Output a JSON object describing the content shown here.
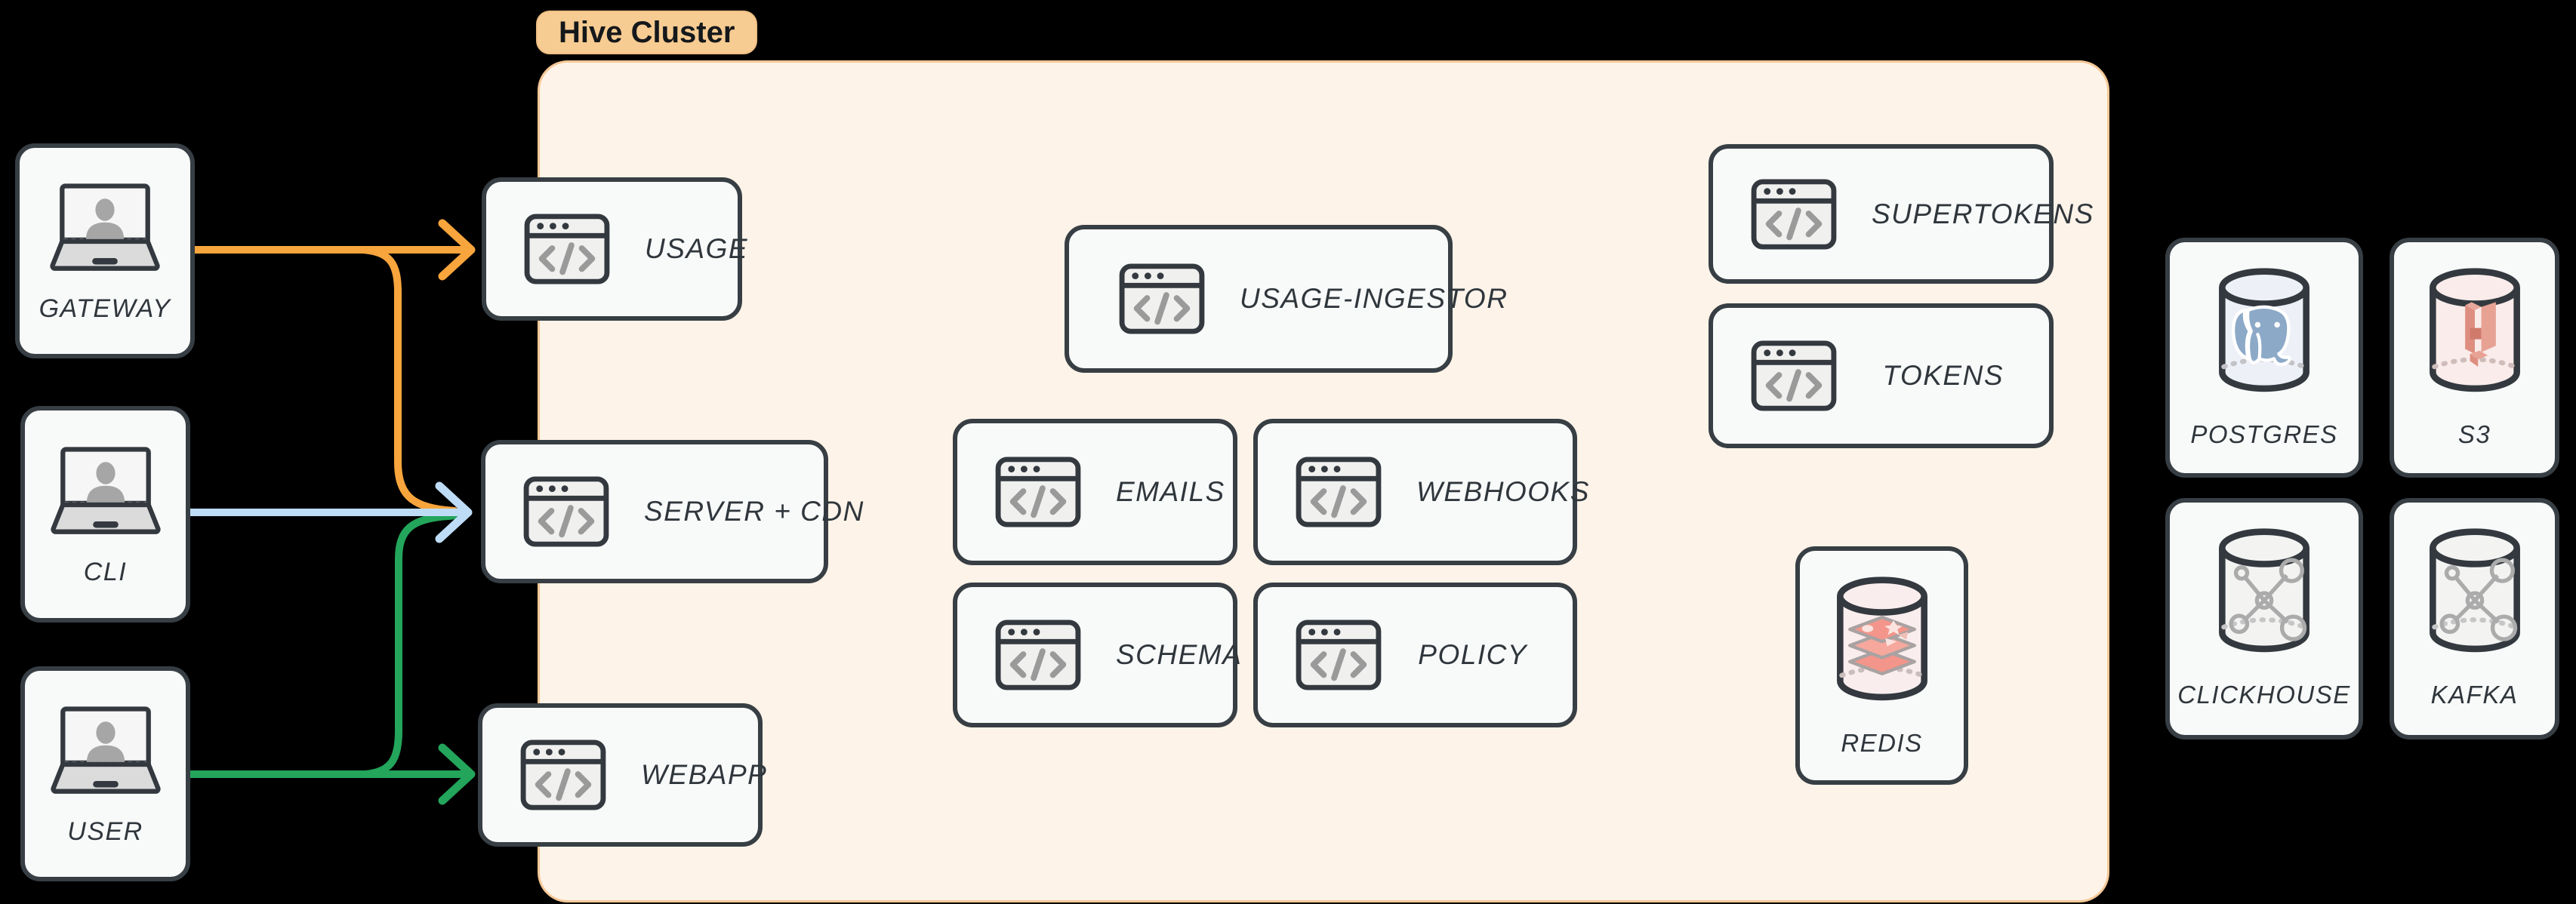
{
  "cluster_label": "Hive Cluster",
  "clients": [
    {
      "label": "GATEWAY"
    },
    {
      "label": "CLI"
    },
    {
      "label": "USER"
    }
  ],
  "services": {
    "usage": {
      "label": "USAGE"
    },
    "server_cdn": {
      "label": "SERVER + CDN"
    },
    "webapp": {
      "label": "WEBAPP"
    },
    "usage_ingestor": {
      "label": "USAGE-INGESTOR"
    },
    "emails": {
      "label": "EMAILS"
    },
    "webhooks": {
      "label": "WEBHOOKS"
    },
    "schema": {
      "label": "SCHEMA"
    },
    "policy": {
      "label": "POLICY"
    },
    "supertokens": {
      "label": "SUPERTOKENS"
    },
    "tokens": {
      "label": "TOKENS"
    }
  },
  "datastores": {
    "redis": {
      "label": "REDIS"
    },
    "postgres": {
      "label": "POSTGRES"
    },
    "s3": {
      "label": "S3"
    },
    "clickhouse": {
      "label": "CLICKHOUSE"
    },
    "kafka": {
      "label": "KAFKA"
    }
  },
  "edges": [
    {
      "from": "GATEWAY",
      "to": "USAGE",
      "color_key": "orange"
    },
    {
      "from": "GATEWAY",
      "to": "SERVER + CDN",
      "color_key": "orange"
    },
    {
      "from": "CLI",
      "to": "SERVER + CDN",
      "color_key": "blue"
    },
    {
      "from": "USER",
      "to": "SERVER + CDN",
      "color_key": "green"
    },
    {
      "from": "USER",
      "to": "WEBAPP",
      "color_key": "green"
    }
  ],
  "colors": {
    "orange": "#F7A53C",
    "blue": "#BEDCF6",
    "green": "#23A55B",
    "cluster_bg": "#FDF3E8",
    "cluster_border": "#F5C897",
    "badge_bg": "#F7CC92",
    "node_border": "#373E44",
    "node_bg": "#F8FAF9",
    "label_text": "#2F363C"
  }
}
